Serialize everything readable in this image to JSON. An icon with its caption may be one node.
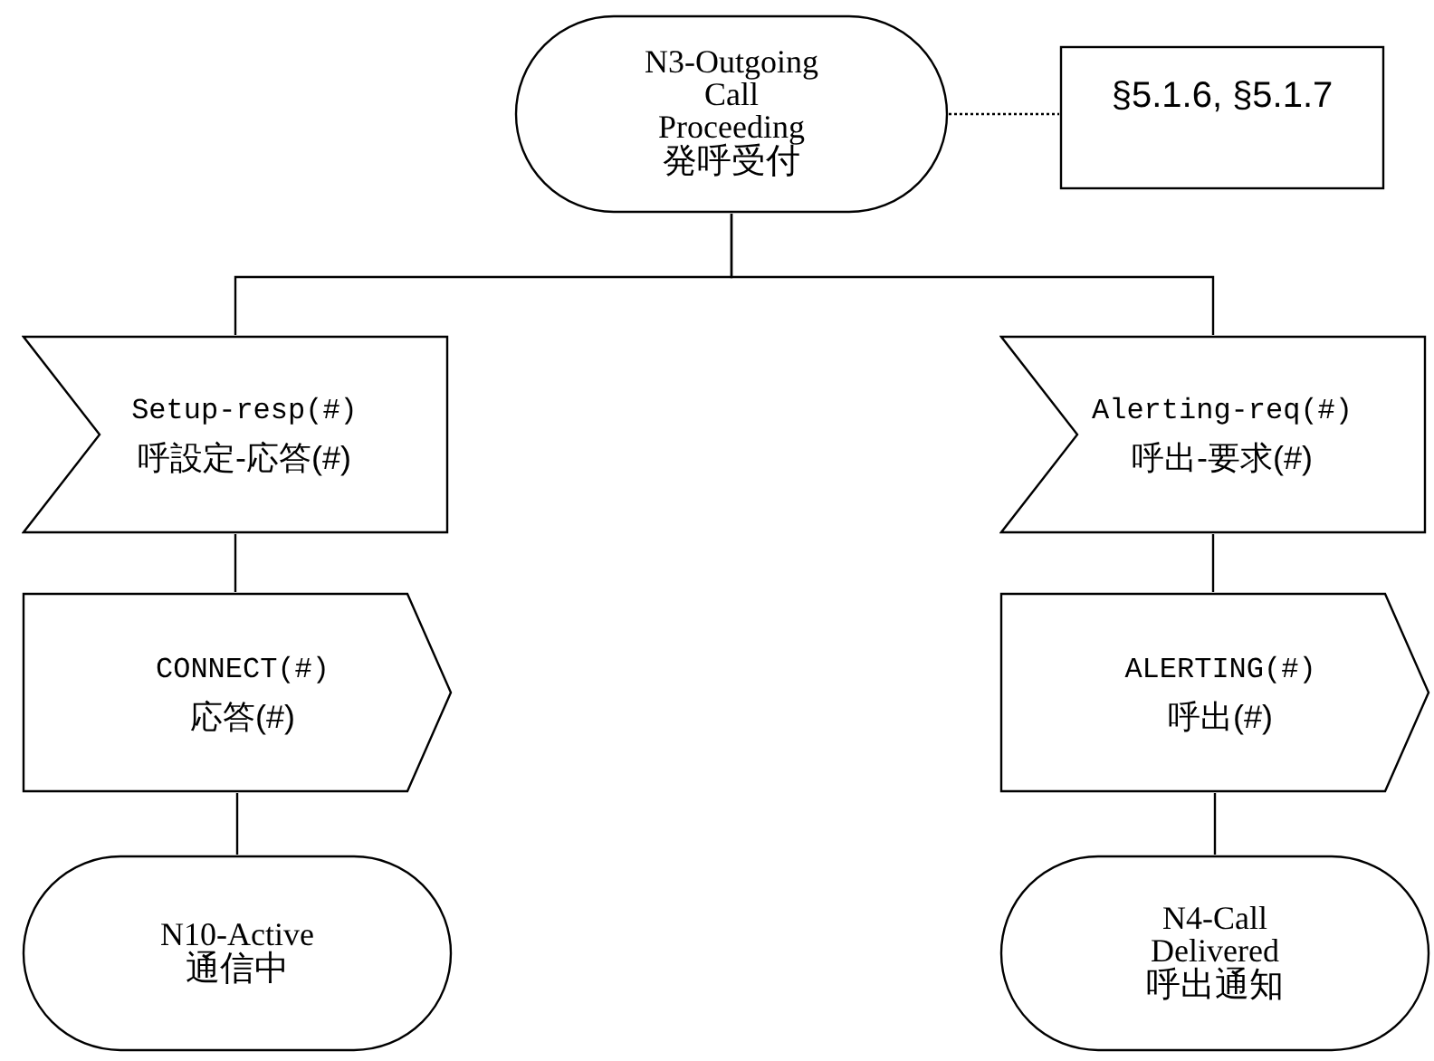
{
  "diagram": {
    "nodes": [
      {
        "text": [
          "N3-Outgoing Call Proceeding",
          "発呼受付"
        ]
      },
      {
        "text": [
          "§5.1.6, §5.1.7"
        ]
      },
      {
        "text": [
          "Setup-resp(#)",
          "呼設定-応答(#)"
        ]
      },
      {
        "text": [
          "CONNECT(#)",
          "応答(#)"
        ]
      },
      {
        "text": [
          "N10-Active",
          "通信中"
        ]
      },
      {
        "text": [
          "Alerting-req(#)",
          "呼出-要求(#)"
        ]
      },
      {
        "text": [
          "ALERTING(#)",
          "呼出(#)"
        ]
      },
      {
        "text": [
          "N4-Call Delivered",
          "呼出通知"
        ]
      }
    ],
    "edges": [
      {
        "from": 0,
        "to": 1,
        "arrow": "none",
        "style": "dashed"
      },
      {
        "from": 0,
        "to": 2,
        "arrow": "none"
      },
      {
        "from": 2,
        "to": 3,
        "arrow": "none"
      },
      {
        "from": 3,
        "to": 4,
        "arrow": "none"
      },
      {
        "from": 0,
        "to": 5,
        "arrow": "none"
      },
      {
        "from": 5,
        "to": 6,
        "arrow": "none"
      },
      {
        "from": 6,
        "to": 7,
        "arrow": "none"
      }
    ]
  }
}
